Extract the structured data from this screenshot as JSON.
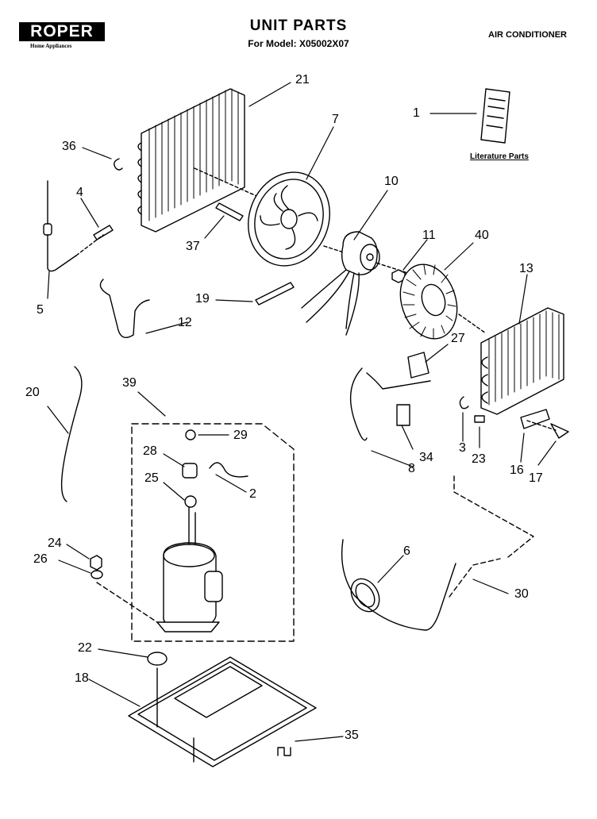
{
  "header": {
    "brand": "ROPER",
    "brand_tm": "®",
    "brand_tagline": "Home Appliances",
    "title": "UNIT PARTS",
    "model": "For Model: X05002X07",
    "category": "AIR CONDITIONER"
  },
  "literature_label": "Literature Parts",
  "callouts": [
    {
      "id": "c1",
      "label": "1"
    },
    {
      "id": "c2",
      "label": "2"
    },
    {
      "id": "c3",
      "label": "3"
    },
    {
      "id": "c4",
      "label": "4"
    },
    {
      "id": "c5",
      "label": "5"
    },
    {
      "id": "c6",
      "label": "6"
    },
    {
      "id": "c7",
      "label": "7"
    },
    {
      "id": "c8",
      "label": "8"
    },
    {
      "id": "c10",
      "label": "10"
    },
    {
      "id": "c11",
      "label": "11"
    },
    {
      "id": "c12",
      "label": "12"
    },
    {
      "id": "c13",
      "label": "13"
    },
    {
      "id": "c16",
      "label": "16"
    },
    {
      "id": "c17",
      "label": "17"
    },
    {
      "id": "c18",
      "label": "18"
    },
    {
      "id": "c19",
      "label": "19"
    },
    {
      "id": "c20",
      "label": "20"
    },
    {
      "id": "c21",
      "label": "21"
    },
    {
      "id": "c22",
      "label": "22"
    },
    {
      "id": "c23",
      "label": "23"
    },
    {
      "id": "c24",
      "label": "24"
    },
    {
      "id": "c25",
      "label": "25"
    },
    {
      "id": "c26",
      "label": "26"
    },
    {
      "id": "c27",
      "label": "27"
    },
    {
      "id": "c28",
      "label": "28"
    },
    {
      "id": "c29",
      "label": "29"
    },
    {
      "id": "c30",
      "label": "30"
    },
    {
      "id": "c34",
      "label": "34"
    },
    {
      "id": "c35",
      "label": "35"
    },
    {
      "id": "c36",
      "label": "36"
    },
    {
      "id": "c37",
      "label": "37"
    },
    {
      "id": "c39",
      "label": "39"
    },
    {
      "id": "c40",
      "label": "40"
    }
  ]
}
